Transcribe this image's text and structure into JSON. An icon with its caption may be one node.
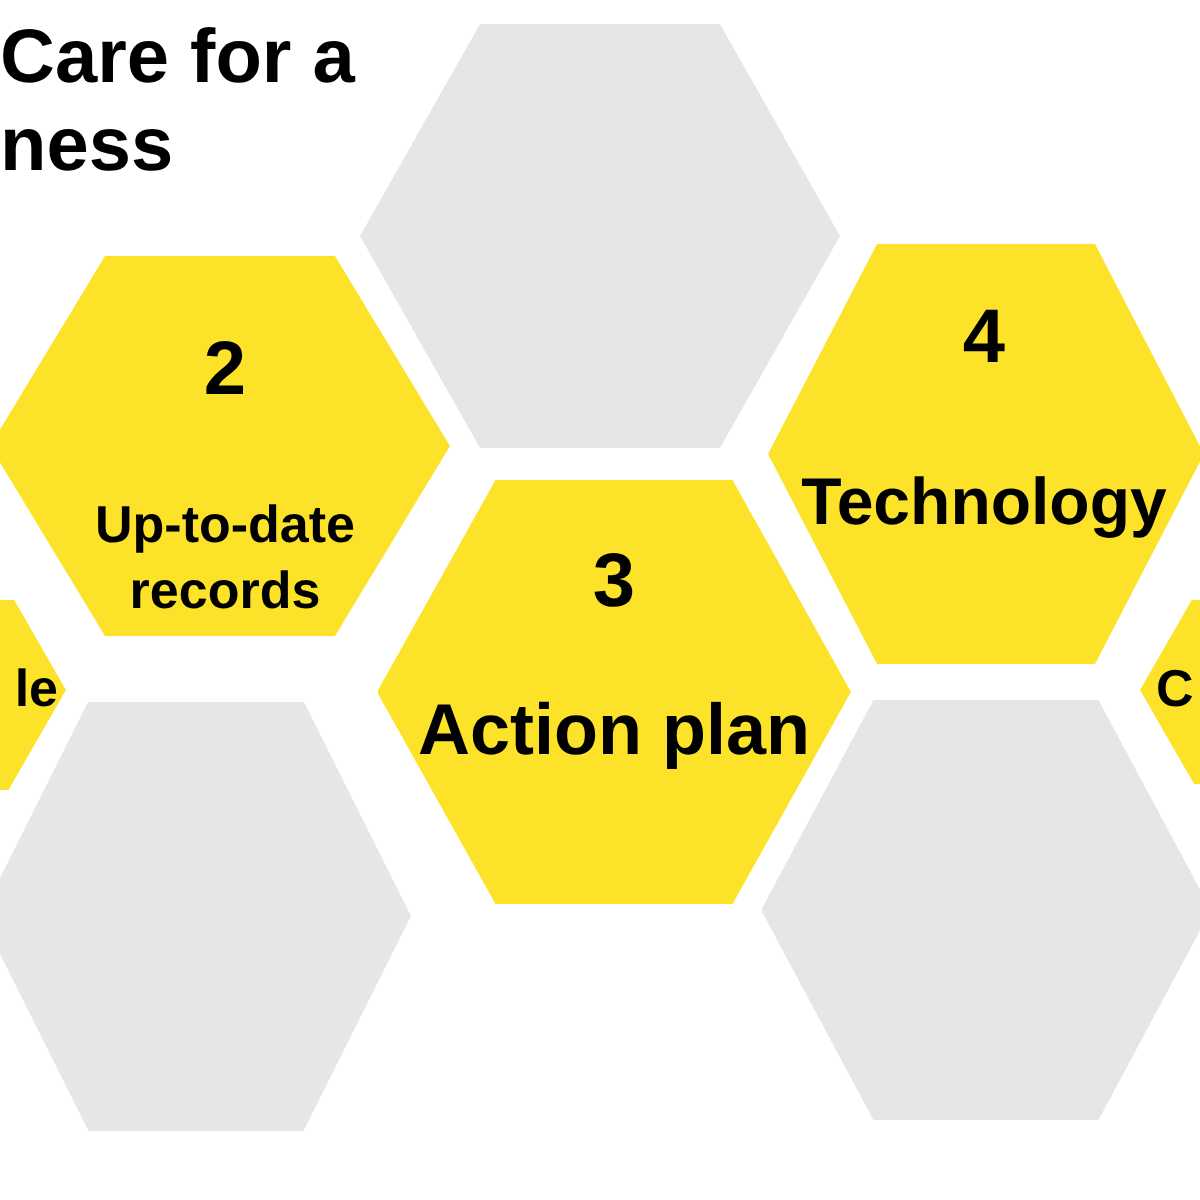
{
  "diagram": {
    "title": "Care for a ness",
    "nodes": [
      {
        "text": [],
        "shape": "hexagon"
      },
      {
        "text": [
          "2",
          "Up-to-date records"
        ]
      },
      {
        "text": [
          "4",
          "Technology"
        ]
      },
      {
        "text": [
          "le"
        ]
      },
      {
        "text": [
          "3",
          "Action plan"
        ]
      },
      {
        "text": [
          "C"
        ]
      },
      {
        "text": [],
        "shape": "hexagon"
      },
      {
        "text": [],
        "shape": "hexagon"
      }
    ]
  }
}
